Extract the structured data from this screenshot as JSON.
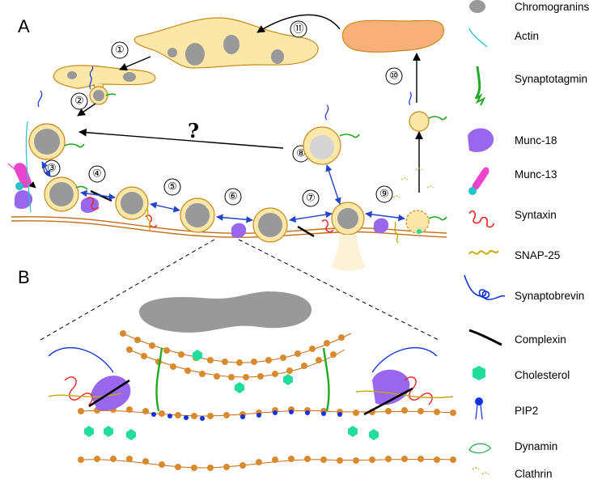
{
  "panels": {
    "a": "A",
    "b": "B"
  },
  "steps": [
    "①",
    "②",
    "③",
    "④",
    "⑤",
    "⑥",
    "⑦",
    "⑧",
    "⑨",
    "⑩",
    "⑪"
  ],
  "question_mark": "?",
  "legend": [
    {
      "icon": "chromogranin-icon",
      "label": "Chromogranins",
      "color": "#999999"
    },
    {
      "icon": "actin-icon",
      "label": "Actin",
      "color": "#22c4c8"
    },
    {
      "icon": "synaptotagmin-icon",
      "label": "Synaptotagmin",
      "color": "#22a822"
    },
    {
      "icon": "munc18-icon",
      "label": "Munc-18",
      "color": "#9966ee"
    },
    {
      "icon": "munc13-icon",
      "label": "Munc-13",
      "color": "#ee44cc"
    },
    {
      "icon": "syntaxin-icon",
      "label": "Syntaxin",
      "color": "#ee2222"
    },
    {
      "icon": "snap25-icon",
      "label": "SNAP-25",
      "color": "#c8a800"
    },
    {
      "icon": "synaptobrevin-icon",
      "label": "Synaptobrevin",
      "color": "#1133dd"
    },
    {
      "icon": "complexin-icon",
      "label": "Complexin",
      "color": "#000000"
    },
    {
      "icon": "cholesterol-icon",
      "label": "Cholesterol",
      "color": "#22dd99"
    },
    {
      "icon": "pip2-icon",
      "label": "PIP2",
      "color": "#1133dd"
    },
    {
      "icon": "dynamin-icon",
      "label": "Dynamin",
      "color": "#22aa44"
    },
    {
      "icon": "clathrin-icon",
      "label": "Clathrin",
      "color": "#d4a010"
    }
  ],
  "colors": {
    "organelle_fill": "#fbe7a8",
    "organelle_stroke": "#c8891a",
    "membrane_head": "#d98a2e",
    "membrane_tail": "#c46d12",
    "orange_compartment": "#f7b07a",
    "arrow_blue": "#2244cc"
  }
}
